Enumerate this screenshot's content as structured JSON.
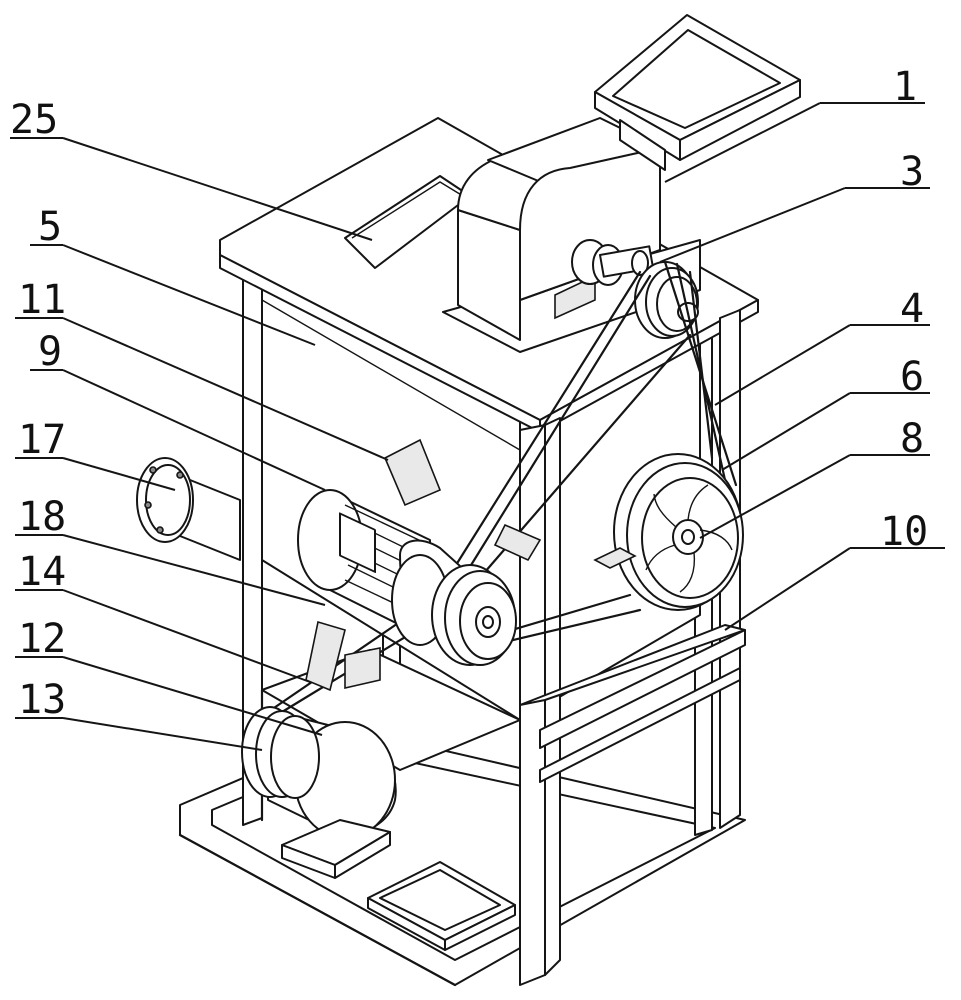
{
  "labels": [
    {
      "id": "label-1",
      "text": "1"
    },
    {
      "id": "label-3",
      "text": "3"
    },
    {
      "id": "label-4",
      "text": "4"
    },
    {
      "id": "label-6",
      "text": "6"
    },
    {
      "id": "label-8",
      "text": "8"
    },
    {
      "id": "label-10",
      "text": "10"
    },
    {
      "id": "label-25",
      "text": "25"
    },
    {
      "id": "label-5",
      "text": "5"
    },
    {
      "id": "label-11",
      "text": "11"
    },
    {
      "id": "label-9",
      "text": "9"
    },
    {
      "id": "label-17",
      "text": "17"
    },
    {
      "id": "label-18",
      "text": "18"
    },
    {
      "id": "label-14",
      "text": "14"
    },
    {
      "id": "label-12",
      "text": "12"
    },
    {
      "id": "label-13",
      "text": "13"
    }
  ]
}
